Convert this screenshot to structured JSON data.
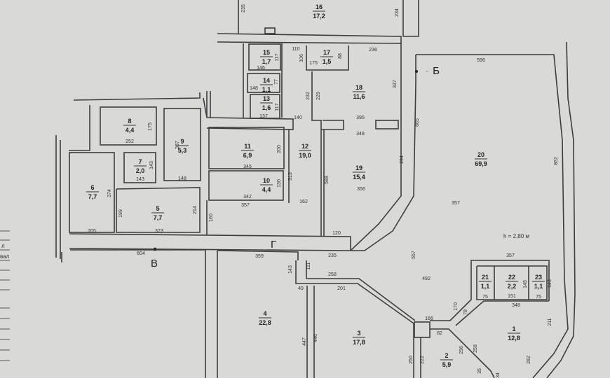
{
  "rooms": [
    {
      "n": "1",
      "a": "12,8"
    },
    {
      "n": "2",
      "a": "5,9"
    },
    {
      "n": "3",
      "a": "17,8"
    },
    {
      "n": "4",
      "a": "22,8"
    },
    {
      "n": "5",
      "a": "7,7"
    },
    {
      "n": "6",
      "a": "7,7"
    },
    {
      "n": "7",
      "a": "2,0"
    },
    {
      "n": "8",
      "a": "4,4"
    },
    {
      "n": "9",
      "a": "5,3"
    },
    {
      "n": "10",
      "a": "4,4"
    },
    {
      "n": "11",
      "a": "6,9"
    },
    {
      "n": "12",
      "a": "19,0"
    },
    {
      "n": "13",
      "a": "1,6"
    },
    {
      "n": "14",
      "a": "1,1"
    },
    {
      "n": "15",
      "a": "1,7"
    },
    {
      "n": "16",
      "a": "17,2"
    },
    {
      "n": "17",
      "a": "1,5"
    },
    {
      "n": "18",
      "a": "11,6"
    },
    {
      "n": "19",
      "a": "15,4"
    },
    {
      "n": "20",
      "a": "69,9"
    },
    {
      "n": "21",
      "a": "1,1"
    },
    {
      "n": "22",
      "a": "2,2"
    },
    {
      "n": "23",
      "a": "1,1"
    }
  ],
  "dims": [
    "235",
    "234",
    "110",
    "106",
    "175",
    "88",
    "236",
    "117",
    "146",
    "148",
    "77",
    "117",
    "137",
    "140",
    "232",
    "229",
    "337",
    "395",
    "348",
    "596",
    "665",
    "862",
    "175",
    "252",
    "337",
    "143",
    "143",
    "148",
    "345",
    "200",
    "342",
    "130",
    "513",
    "598",
    "294",
    "356",
    "162",
    "357",
    "374",
    "199",
    "214",
    "160",
    "205",
    "373",
    "604",
    "359",
    "120",
    "235",
    "143",
    "111",
    "258",
    "49",
    "201",
    "357",
    "557",
    "492",
    "357",
    "75",
    "151",
    "75",
    "145",
    "143",
    "348",
    "170",
    "78",
    "166",
    "82",
    "258",
    "256",
    "211",
    "282",
    "447",
    "446",
    "250",
    "222",
    "35",
    "34"
  ],
  "markers": {
    "b": "Б",
    "v": "В",
    "g": "Г"
  },
  "height_note": "h = 2,80 м",
  "legend_fragments": [
    "л",
    "вал"
  ]
}
